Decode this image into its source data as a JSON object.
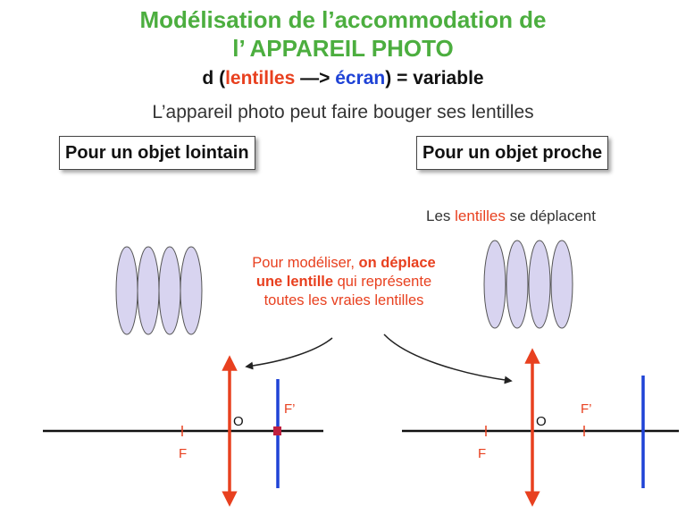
{
  "title": {
    "line1": "Modélisation de l’accommodation de",
    "line2": "l’ APPAREIL PHOTO"
  },
  "subtitle": {
    "prefix": "d (",
    "lenses_word": "lentilles",
    "arrow": " —> ",
    "screen_word": "écran",
    "suffix": ") = variable"
  },
  "intro": "L’appareil photo peut faire bouger ses lentilles",
  "left_panel": {
    "heading": "Pour un objet lointain"
  },
  "right_panel": {
    "heading": "Pour un objet proche",
    "note_prefix": "Les ",
    "note_lenses": "lentilles",
    "note_suffix": " se déplacent"
  },
  "callout": {
    "part1": "Pour modéliser, ",
    "part2_bold": "on déplace une lentille",
    "part3": " qui représente toutes les vraies lentilles"
  },
  "diagram_labels": {
    "optical_center": "O",
    "focal_object": "F",
    "focal_image": "F’"
  },
  "colors": {
    "title_green": "#4cae3f",
    "lens_red": "#e8401f",
    "screen_blue": "#1f43d6",
    "lens_fill": "#d8d4f0"
  }
}
